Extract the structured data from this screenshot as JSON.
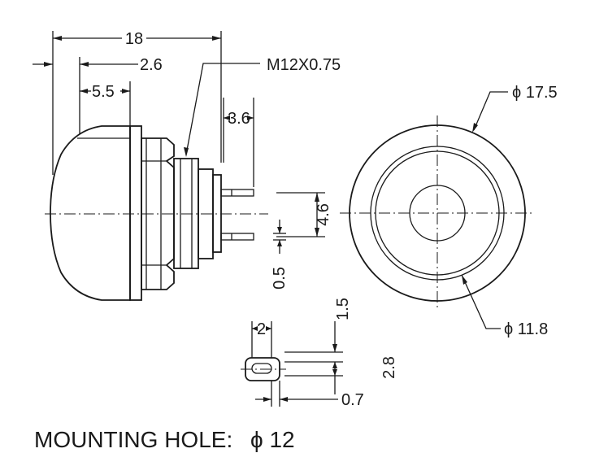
{
  "labels": {
    "overall_length": "18",
    "dome_offset": "2.6",
    "dome_height": "5.5",
    "thread": "M12X0.75",
    "pin_length": "3.6",
    "pin_spacing": "4.6",
    "pin_thickness": "0.5",
    "outer_diameter": "ϕ 17.5",
    "inner_diameter": "ϕ 11.8",
    "slot_width": "2",
    "slot_offset": "1.5",
    "slot_height": "2.8",
    "slot_wall": "0.7",
    "mounting_hole": "MOUNTING HOLE:",
    "mounting_hole_diameter": "ϕ 12"
  },
  "colors": {
    "line": "#1a1a1a",
    "background": "#ffffff"
  }
}
